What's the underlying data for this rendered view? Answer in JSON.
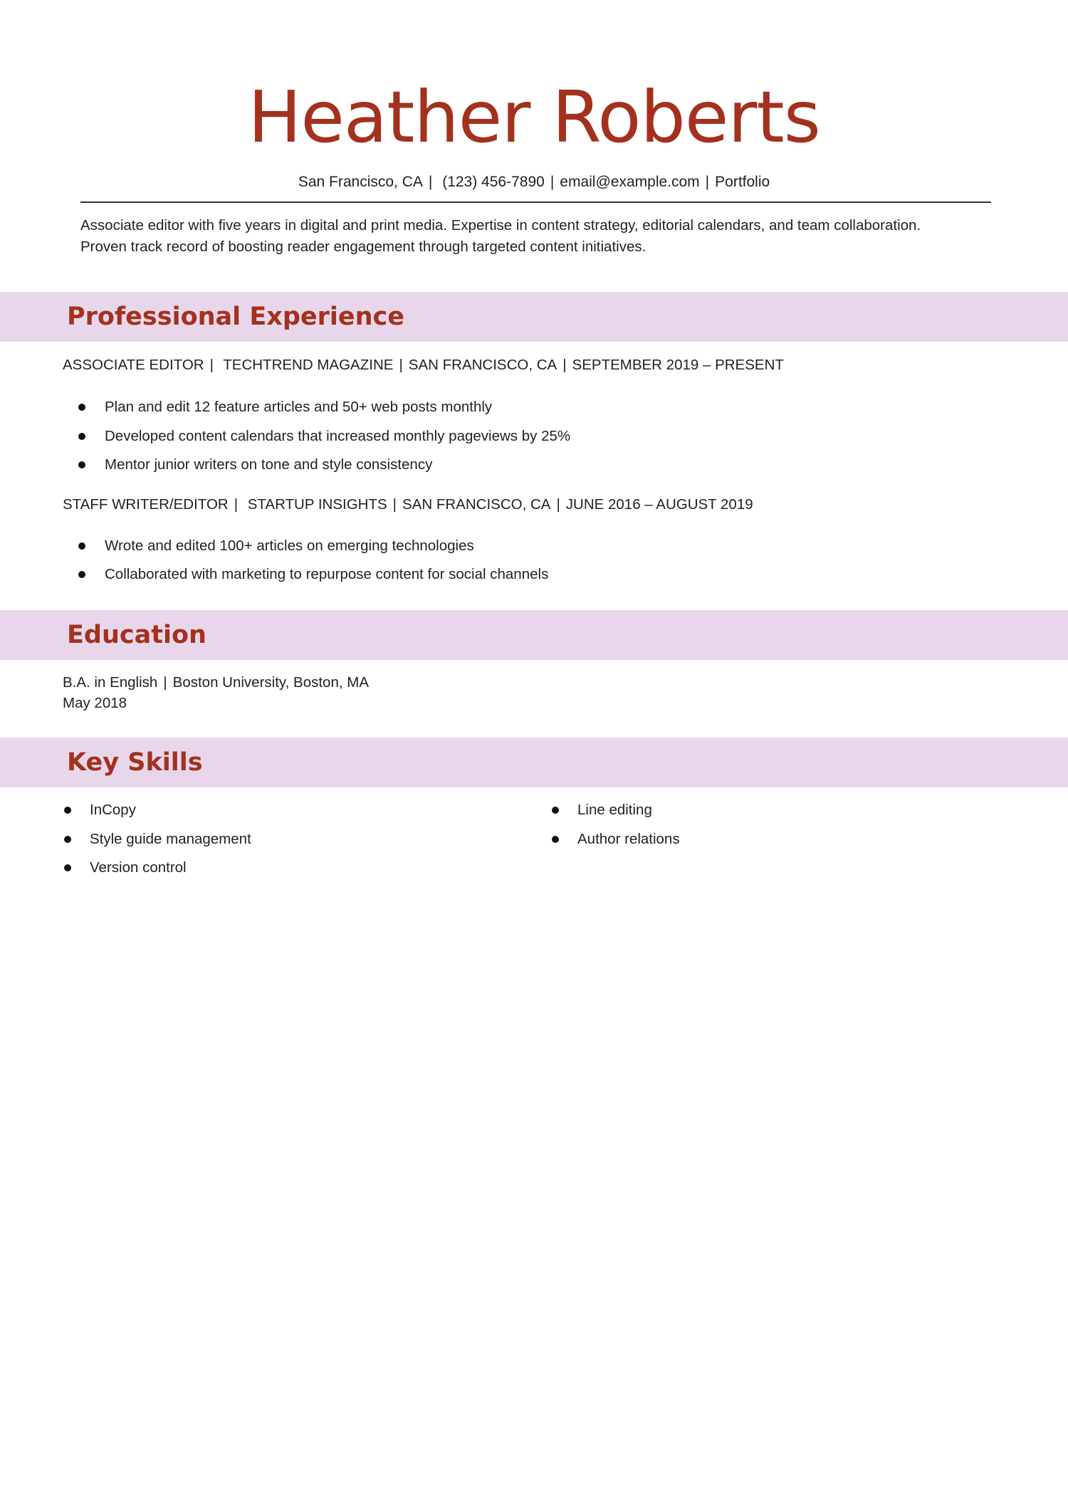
{
  "header": {
    "name": "Heather Roberts",
    "location": "San Francisco, CA",
    "phone": "(123) 456-7890",
    "email": "email@example.com",
    "portfolio": "Portfolio",
    "separator": "|"
  },
  "summary": {
    "line1": "Associate editor with five years in digital and print media. Expertise in content strategy, editorial calendars, and team collaboration.",
    "line2": "Proven track record of boosting reader engagement through targeted content initiatives."
  },
  "sections": {
    "experience": {
      "title": "Professional Experience",
      "jobs": [
        {
          "role": "ASSOCIATE EDITOR",
          "company": "TECHTREND MAGAZINE",
          "location": "SAN FRANCISCO, CA",
          "dates": "SEPTEMBER 2019 – PRESENT",
          "bullets": [
            "Plan and edit 12 feature articles and 50+ web posts monthly",
            "Developed content calendars that increased monthly pageviews by 25%",
            "Mentor junior writers on tone and style consistency"
          ]
        },
        {
          "role": "STAFF WRITER/EDITOR",
          "company": "STARTUP INSIGHTS",
          "location": "SAN FRANCISCO, CA",
          "dates": "JUNE 2016 – AUGUST 2019",
          "bullets": [
            "Wrote and edited 100+ articles on emerging technologies",
            "Collaborated with marketing to repurpose content for social channels"
          ]
        }
      ]
    },
    "education": {
      "title": "Education",
      "degree": "B.A. in English",
      "school": "Boston University, Boston, MA",
      "date": "May 2018"
    },
    "skills": {
      "title": "Key Skills",
      "left": [
        "InCopy",
        "Style guide management",
        "Version control"
      ],
      "right": [
        "Line editing",
        "Author relations"
      ]
    }
  },
  "colors": {
    "accent": "#a3311e",
    "band": "#e8d7ea",
    "text": "#222222"
  }
}
